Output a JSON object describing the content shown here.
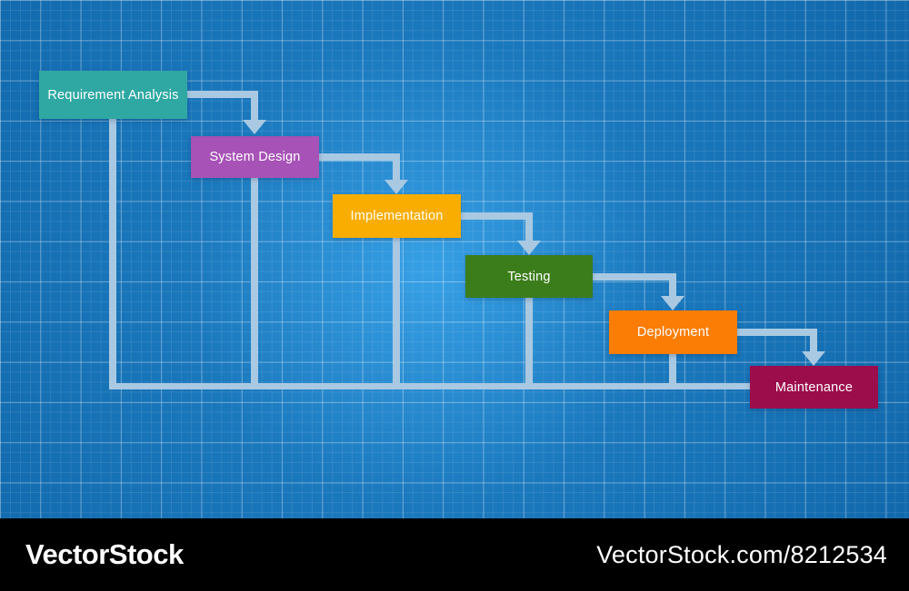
{
  "diagram": {
    "type": "waterfall-flowchart",
    "boxes": [
      {
        "id": "requirement-analysis",
        "label": "Requirement Analysis",
        "color": "#2fa8a3"
      },
      {
        "id": "system-design",
        "label": "System Design",
        "color": "#a752b6"
      },
      {
        "id": "implementation",
        "label": "Implementation",
        "color": "#f8ad00"
      },
      {
        "id": "testing",
        "label": "Testing",
        "color": "#3c7d1b"
      },
      {
        "id": "deployment",
        "label": "Deployment",
        "color": "#fb7d05"
      },
      {
        "id": "maintenance",
        "label": "Maintenance",
        "color": "#9c0d4c"
      }
    ],
    "flow": [
      "Requirement Analysis -> System Design",
      "System Design -> Implementation",
      "Implementation -> Testing",
      "Testing -> Deployment",
      "Deployment -> Maintenance"
    ],
    "connector_color": "#a9c9e2",
    "background": {
      "style": "blueprint-grid",
      "base": "#1168ab",
      "center_glow": "#3a9fe6",
      "grid_line": "#ffffff"
    }
  },
  "watermark": {
    "logo": "VectorStock",
    "credit": "VectorStock.com/8212534",
    "bar_color": "#000000"
  }
}
